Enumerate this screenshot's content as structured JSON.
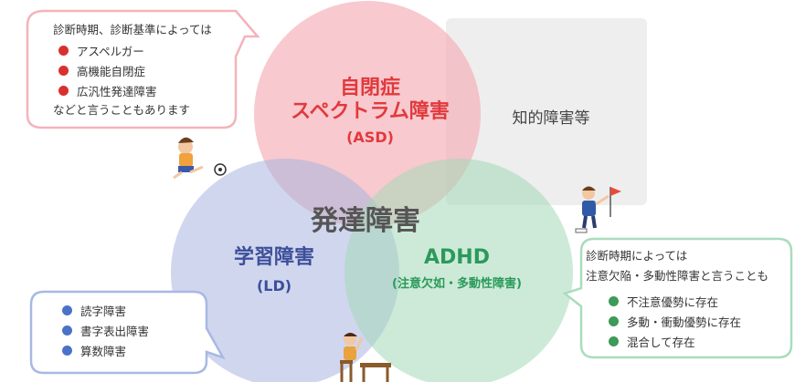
{
  "diagram": {
    "center_label": "発達障害",
    "asd": {
      "title_line1": "自閉症",
      "title_line2": "スペクトラム障害",
      "abbr": "(ASD)"
    },
    "ld": {
      "title": "学習障害",
      "abbr": "(LD)"
    },
    "adhd": {
      "title": "ADHD",
      "subtitle": "(注意欠如・多動性障害)"
    },
    "intellectual": {
      "label": "知的障害等"
    }
  },
  "callouts": {
    "asd": {
      "intro": "診断時期、診断基準によっては",
      "items": [
        "アスペルガー",
        "高機能自閉症",
        "広汎性発達障害"
      ],
      "outro": "などと言うこともあります"
    },
    "ld": {
      "items": [
        "読字障害",
        "書字表出障害",
        "算数障害"
      ]
    },
    "adhd": {
      "intro_line1": "診断時期によっては",
      "intro_line2": "注意欠陥・多動性障害と言うことも",
      "items": [
        "不注意優勢に存在",
        "多動・衝動優勢に存在",
        "混合して存在"
      ]
    }
  },
  "colors": {
    "asd": "#f4b9bf",
    "ld": "#b9c2e6",
    "adhd": "#b3dfc5",
    "intellectual": "#e8e8e8",
    "asd_text": "#e03a3e",
    "ld_text": "#3d4f9a",
    "adhd_text": "#2a9a5a"
  },
  "icons": [
    "soccer-boy-icon",
    "flag-boy-icon",
    "studying-boy-icon"
  ]
}
